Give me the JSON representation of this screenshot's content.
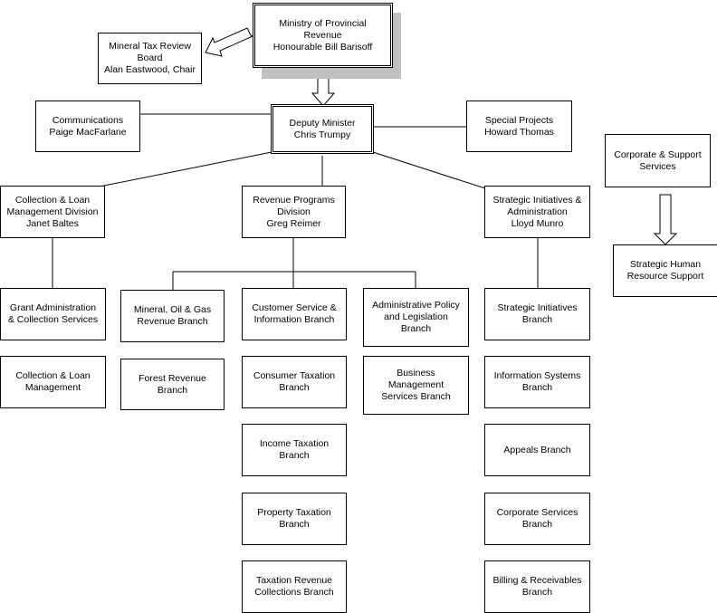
{
  "ministry": {
    "line1": "Ministry of Provincial",
    "line2": "Revenue",
    "line3": "Honourable Bill Barisoff"
  },
  "mineral_tax_board": {
    "line1": "Mineral Tax Review",
    "line2": "Board",
    "line3": "Alan Eastwood, Chair"
  },
  "deputy_minister": {
    "line1": "Deputy Minister",
    "line2": "Chris Trumpy"
  },
  "communications": {
    "line1": "Communications",
    "line2": "Paige MacFarlane"
  },
  "special_projects": {
    "line1": "Special Projects",
    "line2": "Howard Thomas"
  },
  "corporate_support": {
    "line1": "Corporate & Support",
    "line2": "Services"
  },
  "strategic_hr": {
    "line1": "Strategic Human",
    "line2": "Resource Support"
  },
  "collection_loan_division": {
    "line1": "Collection & Loan",
    "line2": "Management Division",
    "line3": "Janet Baltes"
  },
  "revenue_programs_division": {
    "line1": "Revenue Programs",
    "line2": "Division",
    "line3": "Greg Reimer"
  },
  "strategic_initiatives_admin": {
    "line1": "Strategic Initiatives &",
    "line2": "Administration",
    "line3": "Lloyd Munro"
  },
  "grant_admin": {
    "line1": "Grant Administration",
    "line2": "& Collection Services"
  },
  "collection_loan_mgmt": {
    "line1": "Collection & Loan",
    "line2": "Management"
  },
  "mineral_oil_gas": {
    "line1": "Mineral, Oil & Gas",
    "line2": "Revenue Branch"
  },
  "forest_revenue": {
    "line1": "Forest Revenue",
    "line2": "Branch"
  },
  "customer_service": {
    "line1": "Customer Service &",
    "line2": "Information Branch"
  },
  "consumer_taxation": {
    "line1": "Consumer Taxation",
    "line2": "Branch"
  },
  "income_taxation": {
    "line1": "Income Taxation",
    "line2": "Branch"
  },
  "property_taxation": {
    "line1": "Property Taxation",
    "line2": "Branch"
  },
  "taxation_revenue_collections": {
    "line1": "Taxation Revenue",
    "line2": "Collections Branch"
  },
  "admin_policy": {
    "line1": "Administrative Policy",
    "line2": "and Legislation",
    "line3": "Branch"
  },
  "business_mgmt": {
    "line1": "Business",
    "line2": "Management",
    "line3": "Services Branch"
  },
  "strategic_initiatives_branch": {
    "line1": "Strategic Initiatives",
    "line2": "Branch"
  },
  "information_systems": {
    "line1": "Information Systems",
    "line2": "Branch"
  },
  "appeals": {
    "line1": "Appeals Branch"
  },
  "corporate_services": {
    "line1": "Corporate Services",
    "line2": "Branch"
  },
  "billing_receivables": {
    "line1": "Billing & Receivables",
    "line2": "Branch"
  }
}
